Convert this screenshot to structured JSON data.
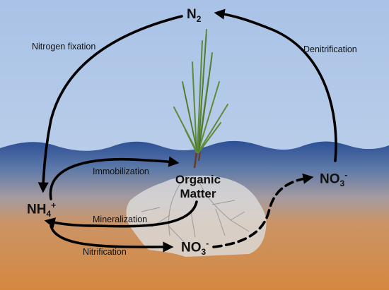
{
  "nodes": {
    "n2": {
      "base": "N",
      "sub": "2"
    },
    "nh4": {
      "base": "NH",
      "sub": "4",
      "sup": "+"
    },
    "no3_water": {
      "base": "NO",
      "sub": "3",
      "sup": "-"
    },
    "no3_soil": {
      "base": "NO",
      "sub": "3",
      "sup": "-"
    },
    "organic_matter": {
      "line1": "Organic",
      "line2": "Matter"
    }
  },
  "processes": {
    "nitrogen_fixation": "Nitrogen fixation",
    "denitrification": "Denitrification",
    "immobilization": "Immobilization",
    "mineralization": "Mineralization",
    "nitrification": "Nitrification"
  },
  "colors": {
    "sky": "#b8cde8",
    "water": "#3e63a2",
    "sediment": "#d18a4a",
    "arrow": "#000000",
    "organic_matter_patch": "#d8d8d8",
    "plant_leaf": "#5e8a3a"
  },
  "icons": [
    "plant-icon",
    "organic-matter-patch"
  ]
}
